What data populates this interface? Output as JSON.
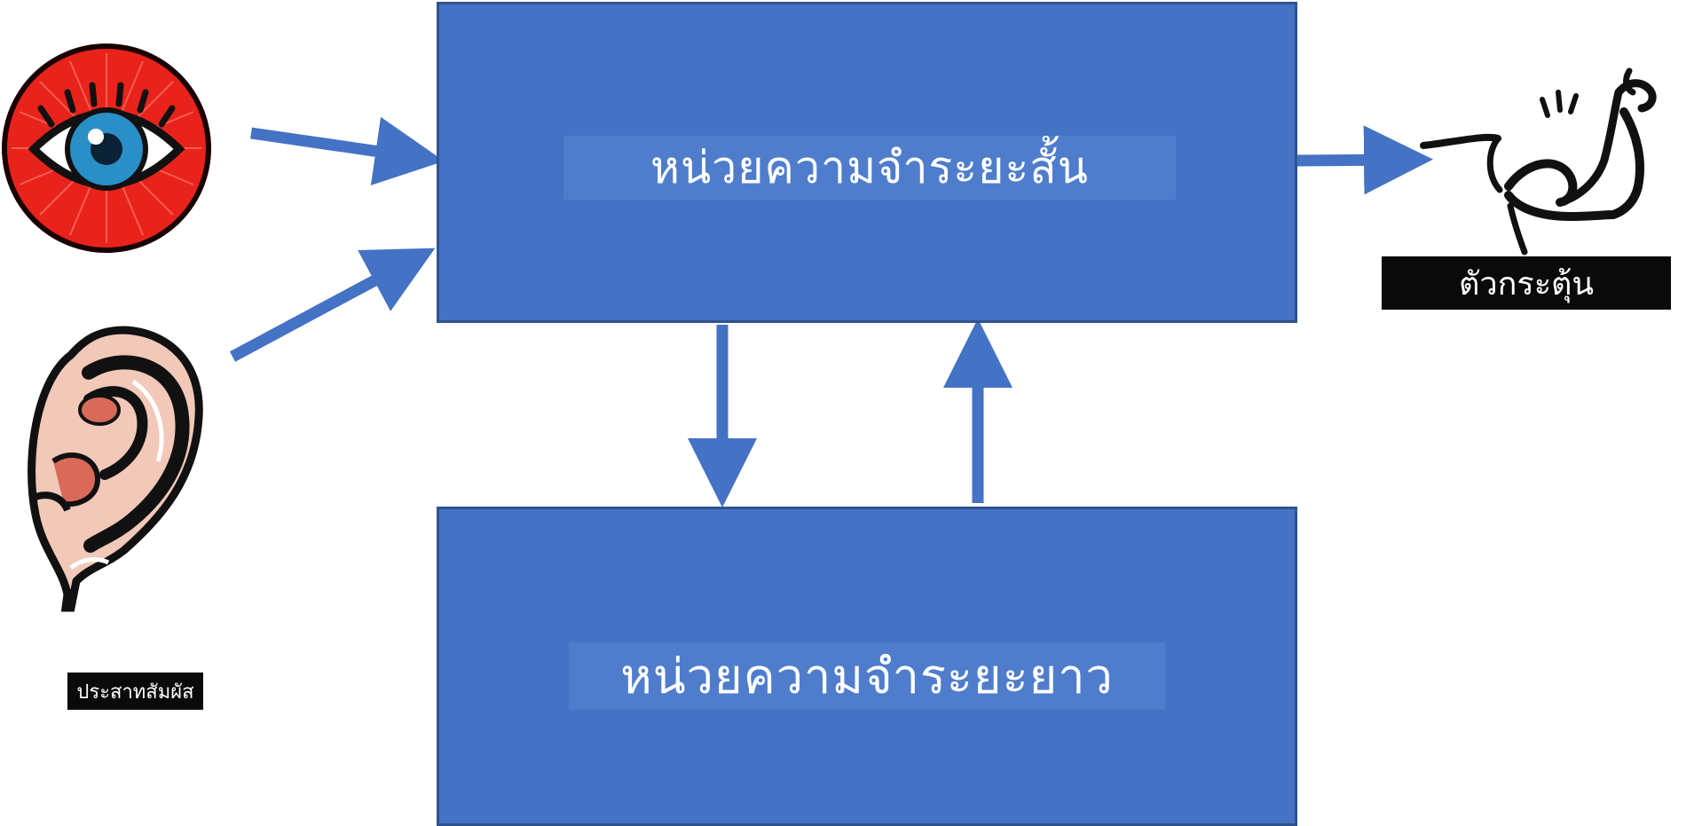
{
  "diagram": {
    "short_term_memory": "หน่วยความจำระยะสั้น",
    "long_term_memory": "หน่วยความจำระยะยาว",
    "effector": "ตัวกระตุ้น",
    "sensory": "ประสาทสัมผัส",
    "icons": [
      "eye-icon",
      "ear-icon",
      "muscle-arm-icon"
    ],
    "colors": {
      "box_fill": "#4472c4",
      "box_border": "#2f528f",
      "label_fill": "#4f7dcc",
      "arrow": "#4472c4",
      "tag_fill": "#0a0a0a"
    }
  }
}
